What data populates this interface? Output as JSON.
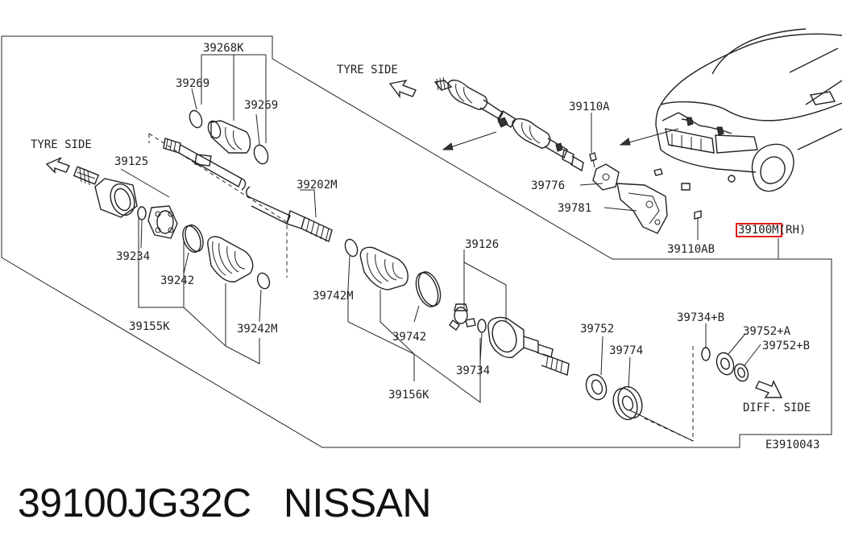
{
  "diagram": {
    "direction_labels": {
      "tyre_side_left": "TYRE SIDE",
      "tyre_side_top": "TYRE SIDE",
      "diff_side": "DIFF. SIDE"
    },
    "highlight_part": "39100",
    "highlight_suffix": "M(RH)",
    "figure_code": "E3910043",
    "part_labels": [
      {
        "key": "p39268k",
        "text": "39268K"
      },
      {
        "key": "p39269a",
        "text": "39269"
      },
      {
        "key": "p39269b",
        "text": "39269"
      },
      {
        "key": "p39125",
        "text": "39125"
      },
      {
        "key": "p39202m",
        "text": "39202M"
      },
      {
        "key": "p39234",
        "text": "39234"
      },
      {
        "key": "p39242",
        "text": "39242"
      },
      {
        "key": "p39155k",
        "text": "39155K"
      },
      {
        "key": "p39242m",
        "text": "39242M"
      },
      {
        "key": "p39742m",
        "text": "39742M"
      },
      {
        "key": "p39742",
        "text": "39742"
      },
      {
        "key": "p39126",
        "text": "39126"
      },
      {
        "key": "p39734",
        "text": "39734"
      },
      {
        "key": "p39156k",
        "text": "39156K"
      },
      {
        "key": "p39752",
        "text": "39752"
      },
      {
        "key": "p39774",
        "text": "39774"
      },
      {
        "key": "p39734b",
        "text": "39734+B"
      },
      {
        "key": "p39752a",
        "text": "39752+A"
      },
      {
        "key": "p39752b",
        "text": "39752+B"
      },
      {
        "key": "p39110a",
        "text": "39110A"
      },
      {
        "key": "p39776",
        "text": "39776"
      },
      {
        "key": "p39781",
        "text": "39781"
      },
      {
        "key": "p39110ab",
        "text": "39110AB"
      }
    ]
  },
  "caption": {
    "part_number": "39100JG32C",
    "brand": "NISSAN"
  },
  "colors": {
    "line": "#222222",
    "highlight": "#e00000",
    "background": "#ffffff"
  }
}
